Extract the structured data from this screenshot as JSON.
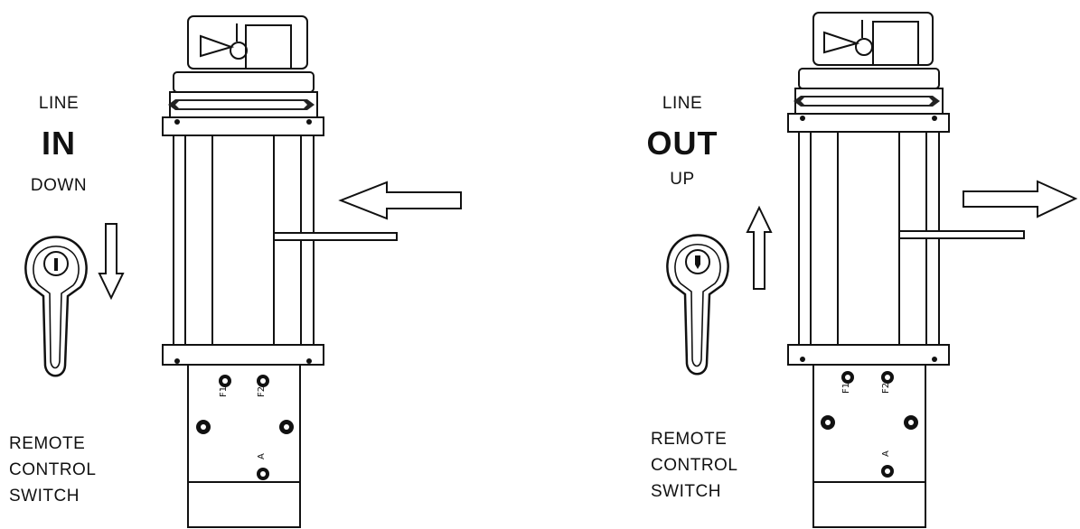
{
  "panels": [
    {
      "line_label": "LINE",
      "mode": "IN",
      "switch_direction": "DOWN",
      "remote": [
        "REMOTE",
        "CONTROL",
        "SWITCH"
      ],
      "ports": {
        "f1": "F1",
        "f2": "F2",
        "a": "A"
      },
      "line_arrow": "left",
      "switch_arrow": "down"
    },
    {
      "line_label": "LINE",
      "mode": "OUT",
      "switch_direction": "UP",
      "remote": [
        "REMOTE",
        "CONTROL",
        "SWITCH"
      ],
      "ports": {
        "f1": "F1",
        "f2": "F2",
        "a": "A"
      },
      "line_arrow": "right",
      "switch_arrow": "up"
    }
  ]
}
